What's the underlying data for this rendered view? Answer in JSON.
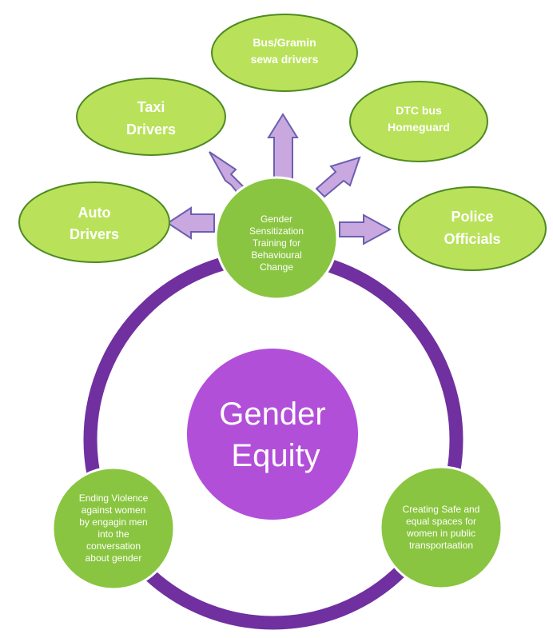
{
  "center": {
    "line1": "Gender",
    "line2": "Equity",
    "color": "#b24fd9"
  },
  "ring_color": "#7030a0",
  "hub": {
    "lines": [
      "Gender",
      "Sensitization",
      "Training for",
      "Behavioural",
      "Change"
    ]
  },
  "left_node": {
    "lines": [
      "Ending Violence",
      "against women",
      "by engagin men",
      "into the",
      "conversation",
      "about gender"
    ]
  },
  "right_node": {
    "lines": [
      "Creating Safe and",
      "equal spaces for",
      "women in public",
      "transportaation"
    ]
  },
  "targets": {
    "auto": {
      "lines": [
        "Auto",
        "Drivers"
      ]
    },
    "taxi": {
      "lines": [
        "Taxi",
        "Drivers"
      ]
    },
    "bus": {
      "lines": [
        "Bus/Gramin",
        "sewa drivers"
      ]
    },
    "dtc": {
      "lines": [
        "DTC bus",
        "Homeguard"
      ]
    },
    "police": {
      "lines": [
        "Police",
        "Officials"
      ]
    }
  },
  "colors": {
    "oval_fill": "#b9e25a",
    "oval_stroke": "#4f8a23",
    "node_fill": "#89c540",
    "arrow_fill": "#c9a8e0",
    "arrow_stroke": "#6b5fb1"
  }
}
